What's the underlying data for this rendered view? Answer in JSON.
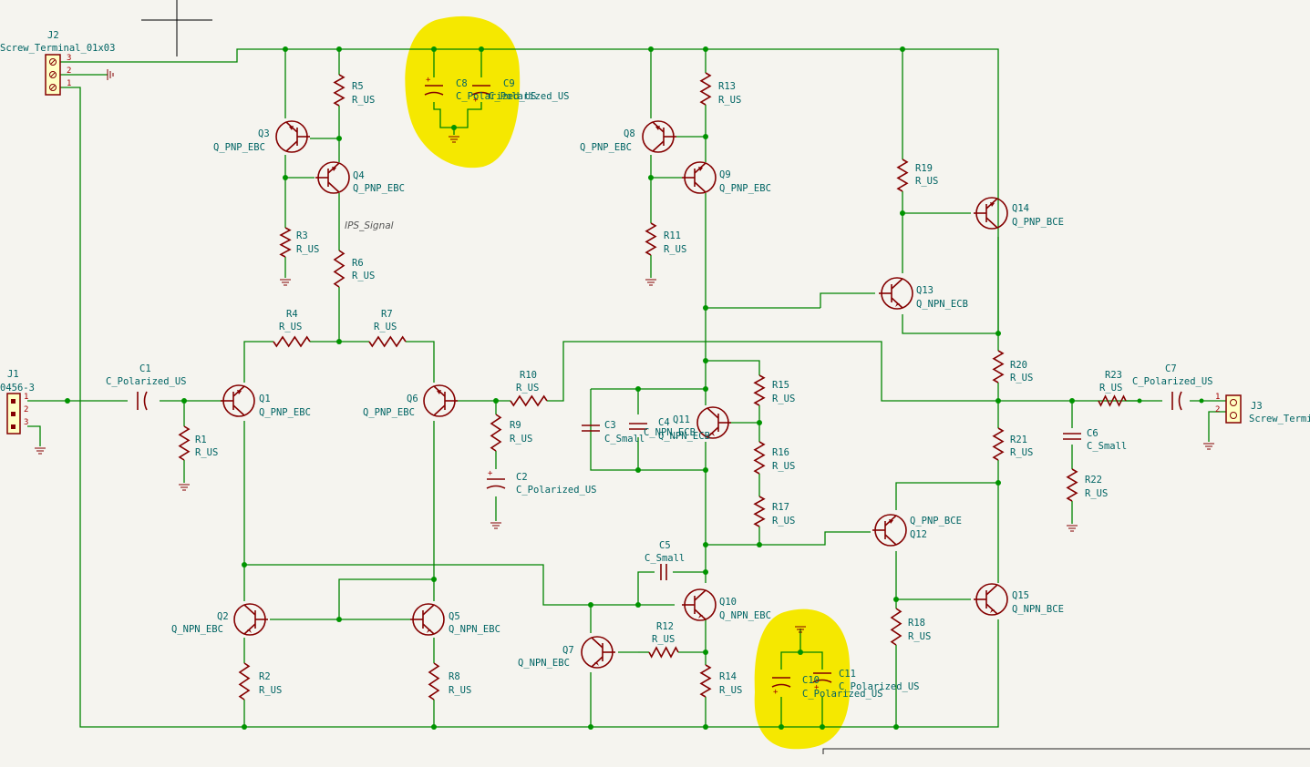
{
  "components": {
    "J1": {
      "ref": "J1",
      "value": "0456-3"
    },
    "J2": {
      "ref": "J2",
      "value": "Screw_Terminal_01x03"
    },
    "J3": {
      "ref": "J3",
      "value": "Screw_Termi"
    },
    "C1": {
      "ref": "C1",
      "value": "C_Polarized_US"
    },
    "C2": {
      "ref": "C2",
      "value": "C_Polarized_US"
    },
    "C3": {
      "ref": "C3",
      "value": "C_Small"
    },
    "C4": {
      "ref": "C4",
      "value": "C_NPN_ECB"
    },
    "C5": {
      "ref": "C5",
      "value": "C_Small"
    },
    "C6": {
      "ref": "C6",
      "value": "C_Small"
    },
    "C7": {
      "ref": "C7",
      "value": "C_Polarized_US"
    },
    "C8": {
      "ref": "C8",
      "value": "C_Polarized_US"
    },
    "C9": {
      "ref": "C9",
      "value": "C_Polarized_US"
    },
    "C10": {
      "ref": "C10",
      "value": "C_Polarized_US"
    },
    "C11": {
      "ref": "C11",
      "value": "C_Polarized_US"
    },
    "R1": {
      "ref": "R1",
      "value": "R_US"
    },
    "R2": {
      "ref": "R2",
      "value": "R_US"
    },
    "R3": {
      "ref": "R3",
      "value": "R_US"
    },
    "R4": {
      "ref": "R4",
      "value": "R_US"
    },
    "R5": {
      "ref": "R5",
      "value": "R_US"
    },
    "R6": {
      "ref": "R6",
      "value": "R_US"
    },
    "R7": {
      "ref": "R7",
      "value": "R_US"
    },
    "R8": {
      "ref": "R8",
      "value": "R_US"
    },
    "R9": {
      "ref": "R9",
      "value": "R_US"
    },
    "R10": {
      "ref": "R10",
      "value": "R_US"
    },
    "R11": {
      "ref": "R11",
      "value": "R_US"
    },
    "R12": {
      "ref": "R12",
      "value": "R_US"
    },
    "R13": {
      "ref": "R13",
      "value": "R_US"
    },
    "R14": {
      "ref": "R14",
      "value": "R_US"
    },
    "R15": {
      "ref": "R15",
      "value": "R_US"
    },
    "R16": {
      "ref": "R16",
      "value": "R_US"
    },
    "R17": {
      "ref": "R17",
      "value": "R_US"
    },
    "R18": {
      "ref": "R18",
      "value": "R_US"
    },
    "R19": {
      "ref": "R19",
      "value": "R_US"
    },
    "R20": {
      "ref": "R20",
      "value": "R_US"
    },
    "R21": {
      "ref": "R21",
      "value": "R_US"
    },
    "R22": {
      "ref": "R22",
      "value": "R_US"
    },
    "R23": {
      "ref": "R23",
      "value": "R_US"
    },
    "Q1": {
      "ref": "Q1",
      "value": "Q_PNP_EBC"
    },
    "Q2": {
      "ref": "Q2",
      "value": "Q_NPN_EBC"
    },
    "Q3": {
      "ref": "Q3",
      "value": "Q_PNP_EBC"
    },
    "Q4": {
      "ref": "Q4",
      "value": "Q_PNP_EBC"
    },
    "Q5": {
      "ref": "Q5",
      "value": "Q_NPN_EBC"
    },
    "Q6": {
      "ref": "Q6",
      "value": "Q_PNP_EBC"
    },
    "Q7": {
      "ref": "Q7",
      "value": "Q_NPN_EBC"
    },
    "Q8": {
      "ref": "Q8",
      "value": "Q_PNP_EBC"
    },
    "Q9": {
      "ref": "Q9",
      "value": "Q_PNP_EBC"
    },
    "Q10": {
      "ref": "Q10",
      "value": "Q_NPN_EBC"
    },
    "Q11": {
      "ref": "Q11",
      "value": "Q_NPN_ECB"
    },
    "Q12": {
      "ref": "Q12",
      "value": "Q_PNP_BCE"
    },
    "Q13": {
      "ref": "Q13",
      "value": "Q_NPN_ECB"
    },
    "Q14": {
      "ref": "Q14",
      "value": "Q_PNP_BCE"
    },
    "Q15": {
      "ref": "Q15",
      "value": "Q_NPN_BCE"
    }
  },
  "net_label": "IPS_Signal",
  "pins": {
    "p1": "1",
    "p2": "2",
    "p3": "3"
  },
  "colors": {
    "wire": "#008400",
    "component": "#840000",
    "text": "#006464",
    "highlight": "#f5e800",
    "background": "#f5f4ef"
  }
}
